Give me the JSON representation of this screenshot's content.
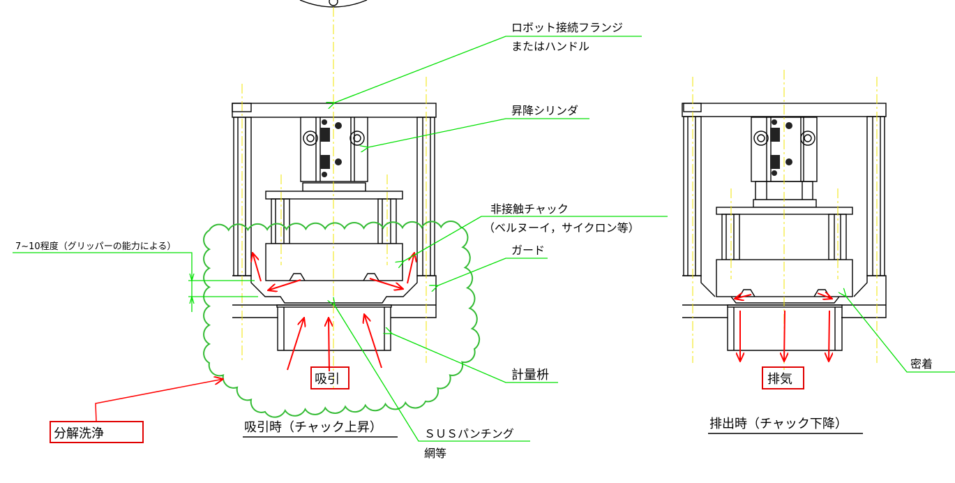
{
  "labels": {
    "robot_flange_1": "ロボット接続フランジ",
    "robot_flange_2": "またはハンドル",
    "lift_cylinder": "昇降シリンダ",
    "chuck_1": "非接触チャック",
    "chuck_2": "（ベルヌーイ，サイクロン等）",
    "guard": "ガード",
    "measuring_box": "計量枡",
    "mesh_1": "ＳＵＳパンチング",
    "mesh_2": "網等",
    "suction": "吸引",
    "exhaust": "排気",
    "gap_note": "7~10程度（グリッパーの能力による）",
    "disassemble_clean": "分解洗浄",
    "seal": "密着"
  },
  "views": {
    "suction_view_title": "吸引時（チャック上昇）",
    "discharge_view_title": "排出時（チャック下降）"
  },
  "colors": {
    "leader": "#00e000",
    "flow_arrow": "#ff0000",
    "centerline": "#f2e600",
    "cloud": "#33bb33"
  }
}
